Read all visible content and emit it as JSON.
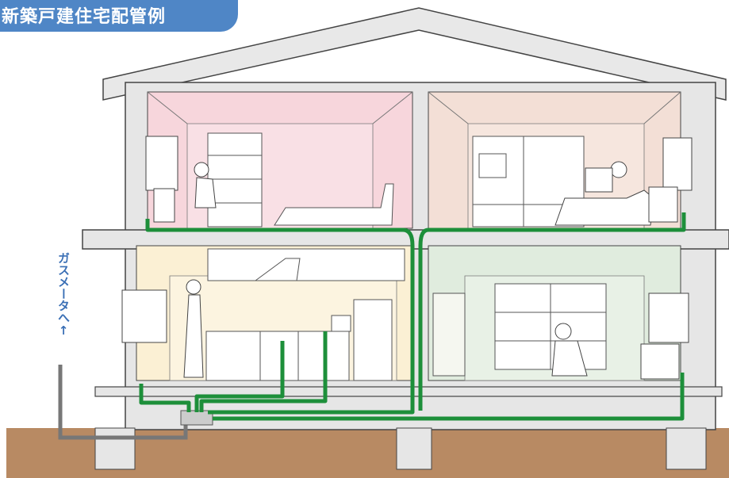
{
  "title": "新築戸建住宅配管例",
  "meter_label": "ガスメータへ↑",
  "colors": {
    "title_bg": "#4f86c6",
    "pipe": "#1d8f3a",
    "ground": "#b88a63",
    "room_upper_left": "#f7d6dc",
    "room_upper_right": "#f3dfd6",
    "room_lower_left": "#fbf0d4",
    "room_lower_right": "#e0ecde",
    "wall": "#e6e6e6",
    "outline": "#444444"
  },
  "rooms": [
    {
      "id": "upper-left",
      "content": "study-room"
    },
    {
      "id": "upper-right",
      "content": "living-room"
    },
    {
      "id": "lower-left",
      "content": "kitchen"
    },
    {
      "id": "lower-right",
      "content": "japanese-room"
    }
  ]
}
